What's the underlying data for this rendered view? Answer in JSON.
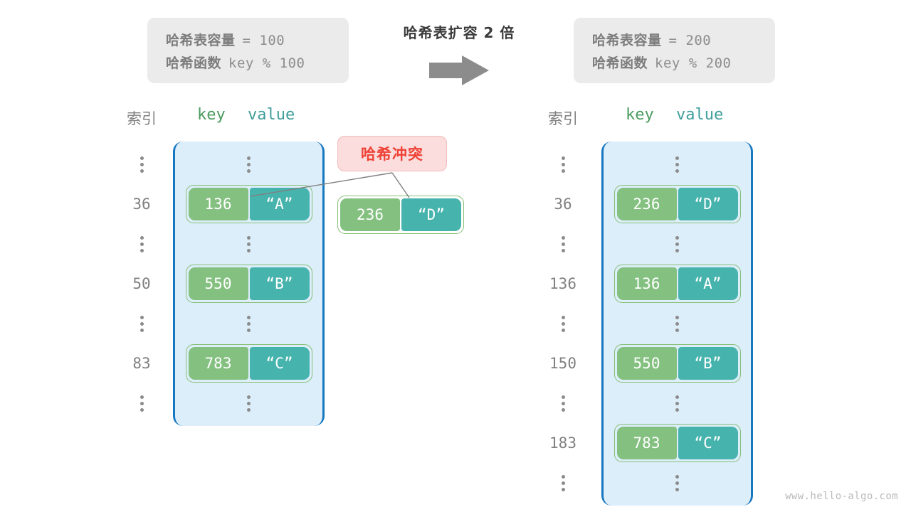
{
  "before_panel": {
    "capacity_label": "哈希表容量",
    "capacity_value": "= 100",
    "function_label": "哈希函数",
    "function_value": "key % 100"
  },
  "after_panel": {
    "capacity_label": "哈希表容量",
    "capacity_value": "= 200",
    "function_label": "哈希函数",
    "function_value": "key % 200"
  },
  "transform": {
    "caption": "哈希表扩容 2 倍",
    "arrow_icon": "arrow-right-icon",
    "arrow_color": "#8c8c8c"
  },
  "headers": {
    "index": "索引",
    "key": "key",
    "value": "value",
    "key_color": "#4a9b5e",
    "value_color": "#3f9e9b"
  },
  "collision": {
    "badge_label": "哈希冲突",
    "badge_color": "#ef4136",
    "badge_background": "#fadddc",
    "detached_entry": {
      "key": "236",
      "value": "“D”"
    }
  },
  "left_table": {
    "rows": [
      {
        "index": "⋮",
        "type": "ellipsis"
      },
      {
        "index": "36",
        "type": "entry",
        "key": "136",
        "value": "“A”"
      },
      {
        "index": "⋮",
        "type": "ellipsis"
      },
      {
        "index": "50",
        "type": "entry",
        "key": "550",
        "value": "“B”"
      },
      {
        "index": "⋮",
        "type": "ellipsis"
      },
      {
        "index": "83",
        "type": "entry",
        "key": "783",
        "value": "“C”"
      },
      {
        "index": "⋮",
        "type": "ellipsis"
      }
    ]
  },
  "right_table": {
    "rows": [
      {
        "index": "⋮",
        "type": "ellipsis"
      },
      {
        "index": "36",
        "type": "entry",
        "key": "236",
        "value": "“D”"
      },
      {
        "index": "⋮",
        "type": "ellipsis"
      },
      {
        "index": "136",
        "type": "entry",
        "key": "136",
        "value": "“A”"
      },
      {
        "index": "⋮",
        "type": "ellipsis"
      },
      {
        "index": "150",
        "type": "entry",
        "key": "550",
        "value": "“B”"
      },
      {
        "index": "⋮",
        "type": "ellipsis"
      },
      {
        "index": "183",
        "type": "entry",
        "key": "783",
        "value": "“C”"
      },
      {
        "index": "⋮",
        "type": "ellipsis"
      }
    ]
  },
  "theme": {
    "table_background": "#ddeefb",
    "table_border": "#1677c0",
    "key_cell": "#84c080",
    "value_cell": "#47b3ad",
    "pair_outline": "#86bf72",
    "panel_background": "#ebebeb"
  },
  "watermark": "www.hello-algo.com"
}
